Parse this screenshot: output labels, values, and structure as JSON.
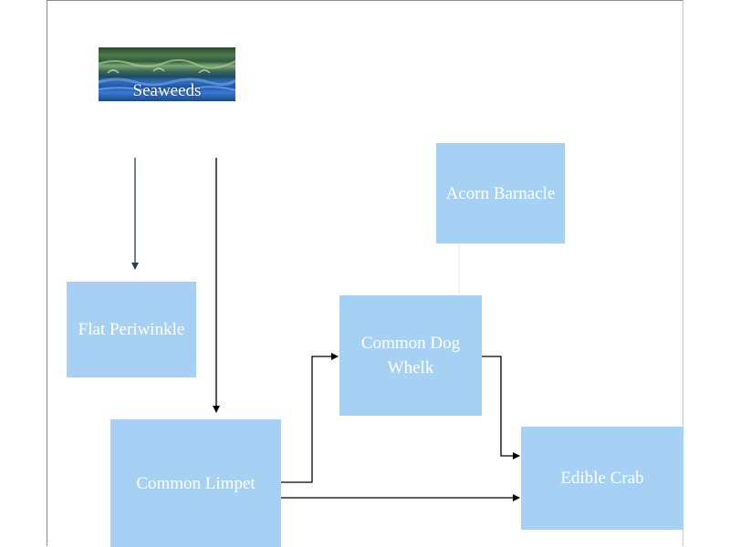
{
  "diagram": {
    "nodes": {
      "seaweeds": "Seaweeds",
      "flat_periwinkle": "Flat Periwinkle",
      "common_limpet": "Common Limpet",
      "acorn_barnacle": "Acorn Barnacle",
      "common_dog_whelk": "Common Dog Whelk",
      "edible_crab": "Edible Crab"
    },
    "edges": [
      {
        "from": "seaweeds",
        "to": "flat_periwinkle"
      },
      {
        "from": "seaweeds",
        "to": "common_limpet"
      },
      {
        "from": "common_limpet",
        "to": "common_dog_whelk"
      },
      {
        "from": "common_limpet",
        "to": "edible_crab"
      },
      {
        "from": "common_dog_whelk",
        "to": "edible_crab"
      },
      {
        "from": "acorn_barnacle",
        "to": "common_dog_whelk"
      }
    ],
    "colors": {
      "box_fill": "#a6d1f5",
      "box_text": "#ffffff",
      "arrow": "#000000",
      "arrow_dark_blue": "#1f3f5a"
    },
    "icons": {
      "seaweeds_photo": "seaweed-photo-icon"
    }
  }
}
